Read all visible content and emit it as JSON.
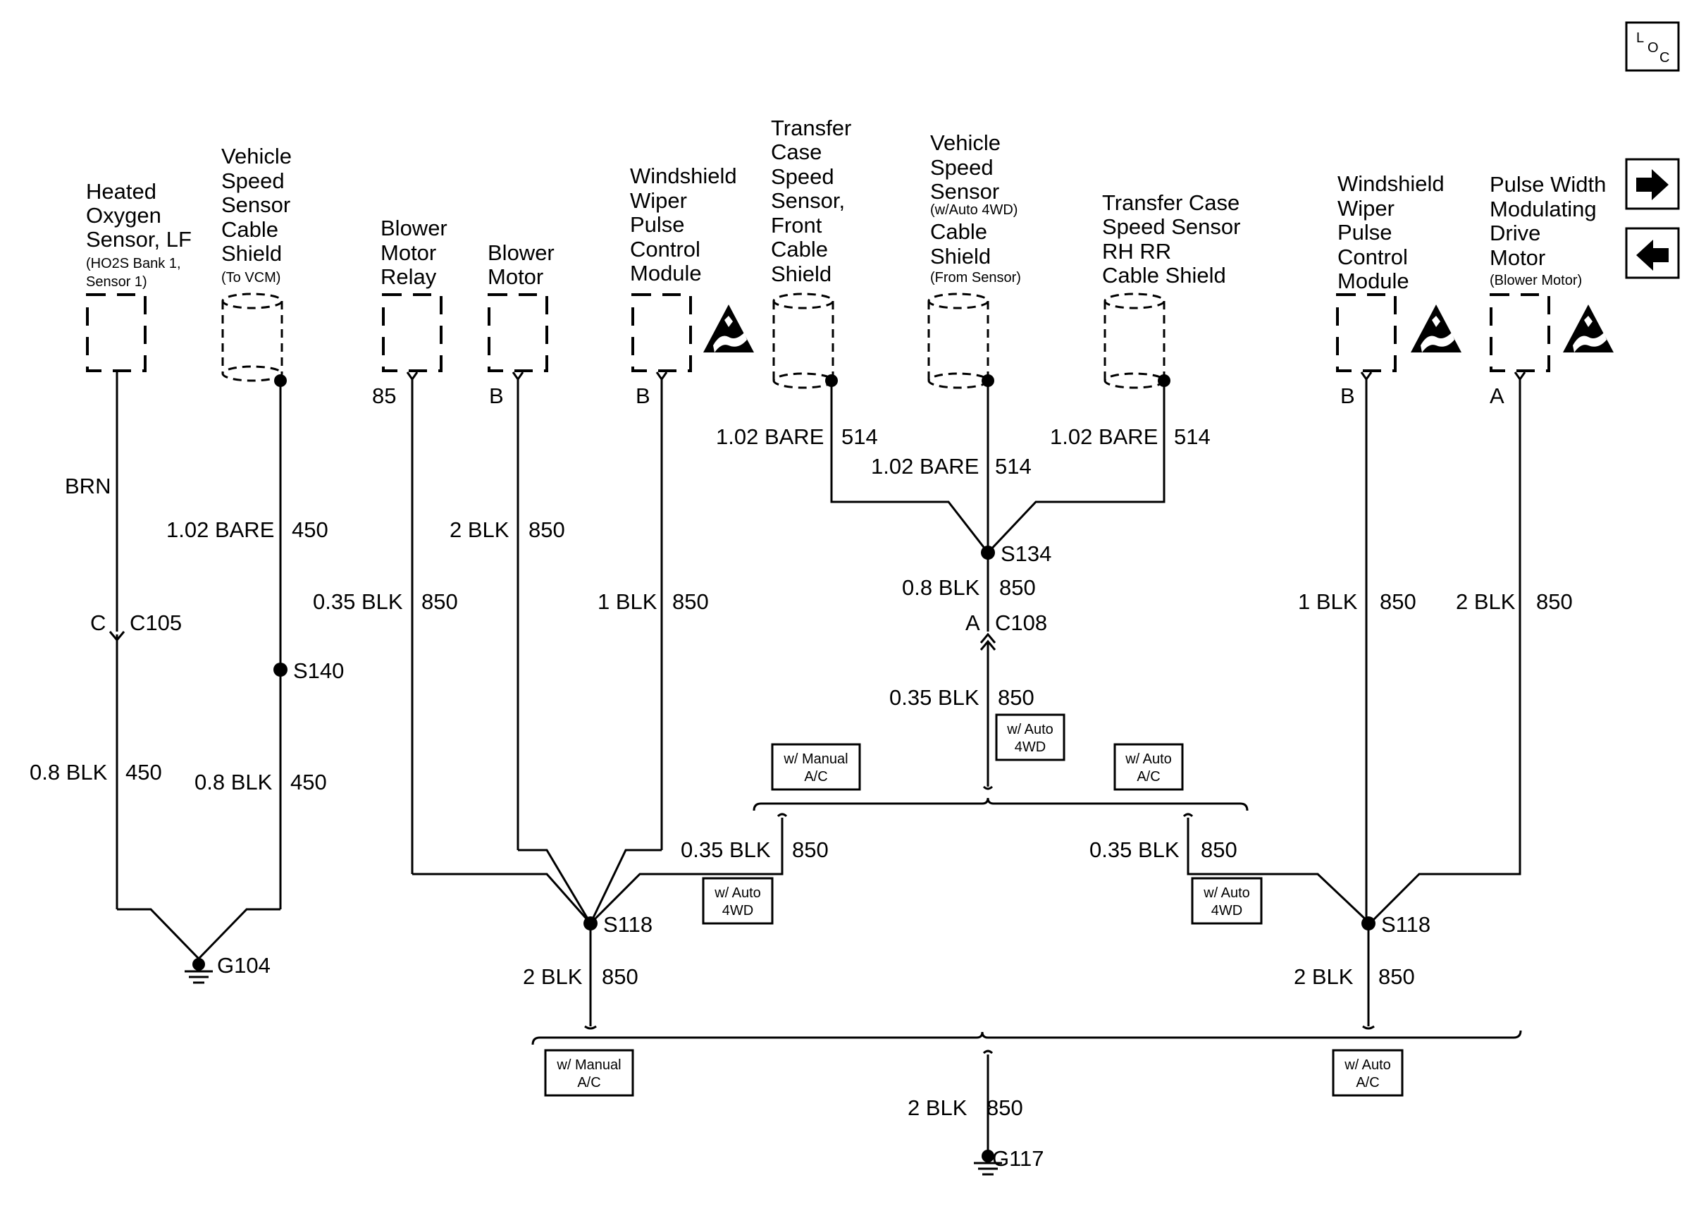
{
  "nav": {
    "loc_letters": [
      "L",
      "O",
      "C"
    ],
    "forward_icon": "arrow-right-icon",
    "back_icon": "arrow-left-icon"
  },
  "components": {
    "o2_sensor": {
      "lines": [
        "Heated",
        "Oxygen",
        "Sensor, LF"
      ],
      "sub": [
        "(HO2S Bank 1,",
        "Sensor 1)"
      ]
    },
    "vss_shield": {
      "lines": [
        "Vehicle",
        "Speed",
        "Sensor",
        "Cable",
        "Shield"
      ],
      "sub": [
        "(To VCM)"
      ]
    },
    "blower_relay": {
      "lines": [
        "Blower",
        "Motor",
        "Relay"
      ],
      "pin": "85"
    },
    "blower_motor": {
      "lines": [
        "Blower",
        "Motor"
      ],
      "pin": "B"
    },
    "wiper_module_1": {
      "lines": [
        "Windshield",
        "Wiper",
        "Pulse",
        "Control",
        "Module"
      ],
      "pin": "B"
    },
    "tc_front_shield": {
      "lines": [
        "Transfer",
        "Case",
        "Speed",
        "Sensor,",
        "Front",
        "Cable",
        "Shield"
      ]
    },
    "vss_auto_shield": {
      "lines": [
        "Vehicle",
        "Speed",
        "Sensor"
      ],
      "sub1": "(w/Auto 4WD)",
      "lines2": [
        "Cable",
        "Shield"
      ],
      "sub2": "(From Sensor)"
    },
    "tc_rhrr_shield": {
      "lines": [
        "Transfer Case",
        "Speed Sensor",
        "RH RR",
        "Cable Shield"
      ]
    },
    "wiper_module_2": {
      "lines": [
        "Windshield",
        "Wiper",
        "Pulse",
        "Control",
        "Module"
      ],
      "pin": "B"
    },
    "pwm_blower": {
      "lines": [
        "Pulse Width",
        "Modulating",
        "Drive",
        "Motor"
      ],
      "sub": [
        "(Blower Motor)"
      ],
      "pin": "A"
    }
  },
  "wires": {
    "brn": "BRN",
    "c105_pin": "C",
    "c105": "C105",
    "bare_450_gauge": "1.02 BARE",
    "bare_450_circuit": "450",
    "s140": "S140",
    "o2_gnd_gauge": "0.8 BLK",
    "o2_gnd_circuit": "450",
    "vss_gnd_gauge": "0.8 BLK",
    "vss_gnd_circuit": "450",
    "g104": "G104",
    "relay_gauge": "0.35 BLK",
    "relay_circuit": "850",
    "motor_gauge": "2 BLK",
    "motor_circuit": "850",
    "wiper1_gauge": "1 BLK",
    "wiper1_circuit": "850",
    "tc_front_gauge": "1.02 BARE",
    "tc_front_circuit": "514",
    "vss_auto_gauge": "1.02 BARE",
    "vss_auto_circuit": "514",
    "tc_rhrr_gauge": "1.02 BARE",
    "tc_rhrr_circuit": "514",
    "s134": "S134",
    "s134_out_gauge": "0.8 BLK",
    "s134_out_circuit": "850",
    "c108_pin": "A",
    "c108": "C108",
    "c108_out_gauge": "0.35 BLK",
    "c108_out_circuit": "850",
    "left_branch_gauge": "0.35 BLK",
    "left_branch_circuit": "850",
    "right_branch_gauge": "0.35 BLK",
    "right_branch_circuit": "850",
    "wiper2_gauge": "1 BLK",
    "wiper2_circuit": "850",
    "pwm_gauge": "2 BLK",
    "pwm_circuit": "850",
    "s118_left": "S118",
    "s118_right": "S118",
    "s118_left_out_gauge": "2 BLK",
    "s118_left_out_circuit": "850",
    "s118_right_out_gauge": "2 BLK",
    "s118_right_out_circuit": "850",
    "g117_gauge": "2 BLK",
    "g117_circuit": "850",
    "g117": "G117"
  },
  "options": {
    "auto4wd_top": [
      "w/ Auto",
      "4WD"
    ],
    "manual_ac_top": [
      "w/ Manual",
      "A/C"
    ],
    "auto_ac_top": [
      "w/ Auto",
      "A/C"
    ],
    "auto4wd_left": [
      "w/ Auto",
      "4WD"
    ],
    "auto4wd_right": [
      "w/ Auto",
      "4WD"
    ],
    "manual_ac_bottom": [
      "w/ Manual",
      "A/C"
    ],
    "auto_ac_bottom": [
      "w/ Auto",
      "A/C"
    ]
  }
}
